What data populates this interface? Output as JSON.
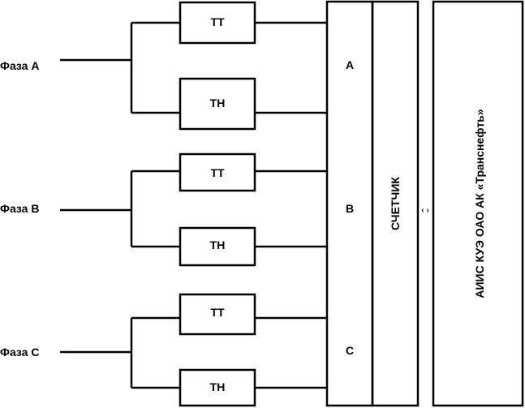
{
  "phases": [
    {
      "label": "Фаза А",
      "tt": "ТТ",
      "tn": "ТН",
      "input": "А"
    },
    {
      "label": "Фаза В",
      "tt": "ТТ",
      "tn": "ТН",
      "input": "В"
    },
    {
      "label": "Фаза С",
      "tt": "ТТ",
      "tn": "ТН",
      "input": "С"
    }
  ],
  "meter": {
    "label": "СЧЕТЧИК"
  },
  "system": {
    "label": "АИИС КУЭ ОАО АК «Транснефть»"
  },
  "link_symbol": "‹ ›"
}
